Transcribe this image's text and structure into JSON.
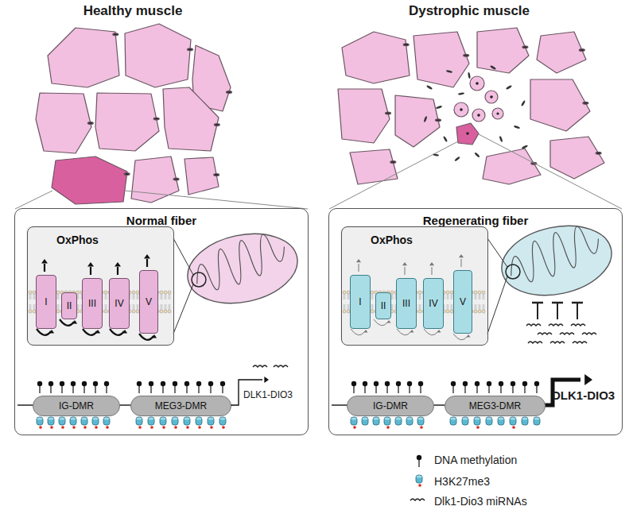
{
  "diagram": {
    "nodes": [
      {
        "text": [
          "Normal fiber"
        ]
      },
      {
        "text": [
          "OxPhos"
        ],
        "in": 0
      },
      {
        "text": [
          "I"
        ],
        "in": 1
      },
      {
        "text": [
          "II"
        ],
        "in": 1
      },
      {
        "text": [
          "III"
        ],
        "in": 1
      },
      {
        "text": [
          "IV"
        ],
        "in": 1
      },
      {
        "text": [
          "V"
        ],
        "in": 1
      },
      {
        "text": [
          "IG-DMR"
        ],
        "in": 0
      },
      {
        "text": [
          "MEG3-DMR"
        ],
        "in": 0
      },
      {
        "text": [
          "Regenerating fiber"
        ]
      },
      {
        "text": [
          "OxPhos"
        ],
        "in": 9
      },
      {
        "text": [
          "I"
        ],
        "in": 10
      },
      {
        "text": [
          "II"
        ],
        "in": 10
      },
      {
        "text": [
          "III"
        ],
        "in": 10
      },
      {
        "text": [
          "IV"
        ],
        "in": 10
      },
      {
        "text": [
          "V"
        ],
        "in": 10
      },
      {
        "text": [
          "IG-DMR"
        ],
        "in": 9
      },
      {
        "text": [
          "MEG3-DMR"
        ],
        "in": 9
      }
    ],
    "labels": [
      "Healthy muscle",
      "Dystrophic muscle",
      "DLK1-DIO3",
      "DLK1-DIO3"
    ],
    "legend": [
      {
        "text": "DNA methylation"
      },
      {
        "text": "H3K27me3"
      },
      {
        "text": "Dlk1-Dio3 miRNAs"
      }
    ]
  }
}
